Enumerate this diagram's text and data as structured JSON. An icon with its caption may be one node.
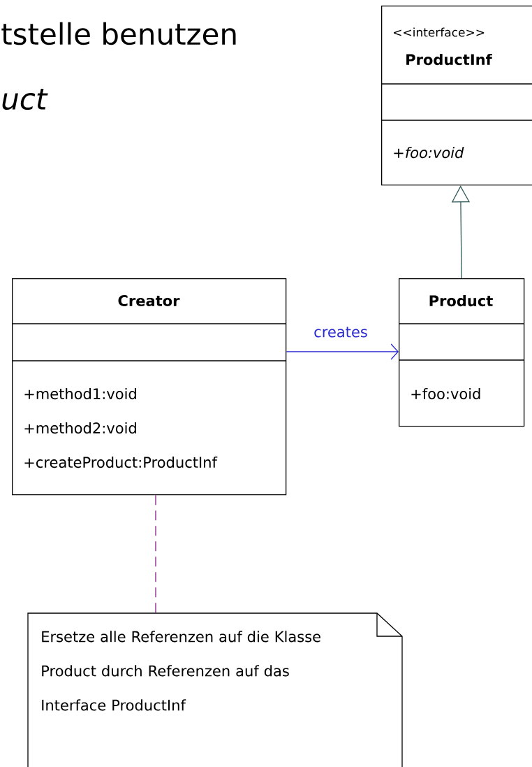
{
  "diagram": {
    "nodes": [
      {
        "text": [
          "<<interface>>",
          "ProductInf",
          "+foo:void"
        ]
      },
      {
        "text": [
          "Creator",
          "+method1:void",
          "+method2:void",
          "+createProduct:ProductInf"
        ]
      },
      {
        "text": [
          "Product",
          "+foo:void"
        ]
      },
      {
        "text": [
          "Ersetze alle Referenzen auf die Klasse Product durch Referenzen auf das Interface ProductInf"
        ]
      }
    ],
    "edges": [
      {
        "from": 2,
        "to": 0,
        "arrow": "to",
        "color": "#2f5a58"
      },
      {
        "from": 1,
        "to": 2,
        "arrow": "to",
        "label": "creates",
        "color": "#2b2bd0"
      },
      {
        "from": 1,
        "to": 3,
        "arrow": "none",
        "style": "dashed",
        "color": "#8a1e8a"
      }
    ],
    "labels": [
      "tstelle benutzen",
      "uct"
    ]
  }
}
